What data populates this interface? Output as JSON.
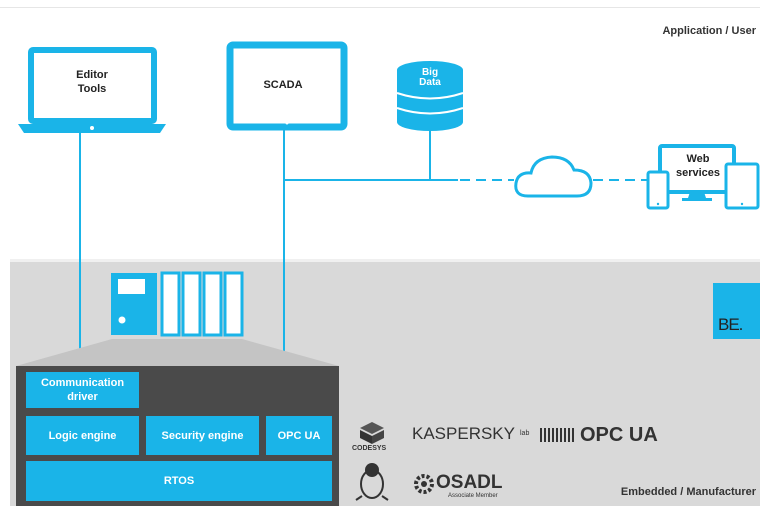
{
  "labels": {
    "upper": "Application / User",
    "lower": "Embedded / Manufacturer"
  },
  "devices": {
    "editor_line1": "Editor",
    "editor_line2": "Tools",
    "scada": "SCADA",
    "bigdata_line1": "Big",
    "bigdata_line2": "Data",
    "web_line1": "Web",
    "web_line2": "services"
  },
  "stack": {
    "comm_line1": "Communication",
    "comm_line2": "driver",
    "logic": "Logic engine",
    "security": "Security engine",
    "opcua": "OPC UA",
    "rtos": "RTOS"
  },
  "logos": {
    "be": "BE.",
    "codesys": "CODESYS",
    "kaspersky": "KASPERSKY",
    "kaspersky_sub": "lab",
    "opc": "OPC UA",
    "osadl": "OSADL",
    "osadl_sub": "Associate Member"
  },
  "colors": {
    "accent": "#1ab4e8",
    "stack_bg": "#4a4a4a",
    "embedded_bg": "#d9d9d9"
  }
}
